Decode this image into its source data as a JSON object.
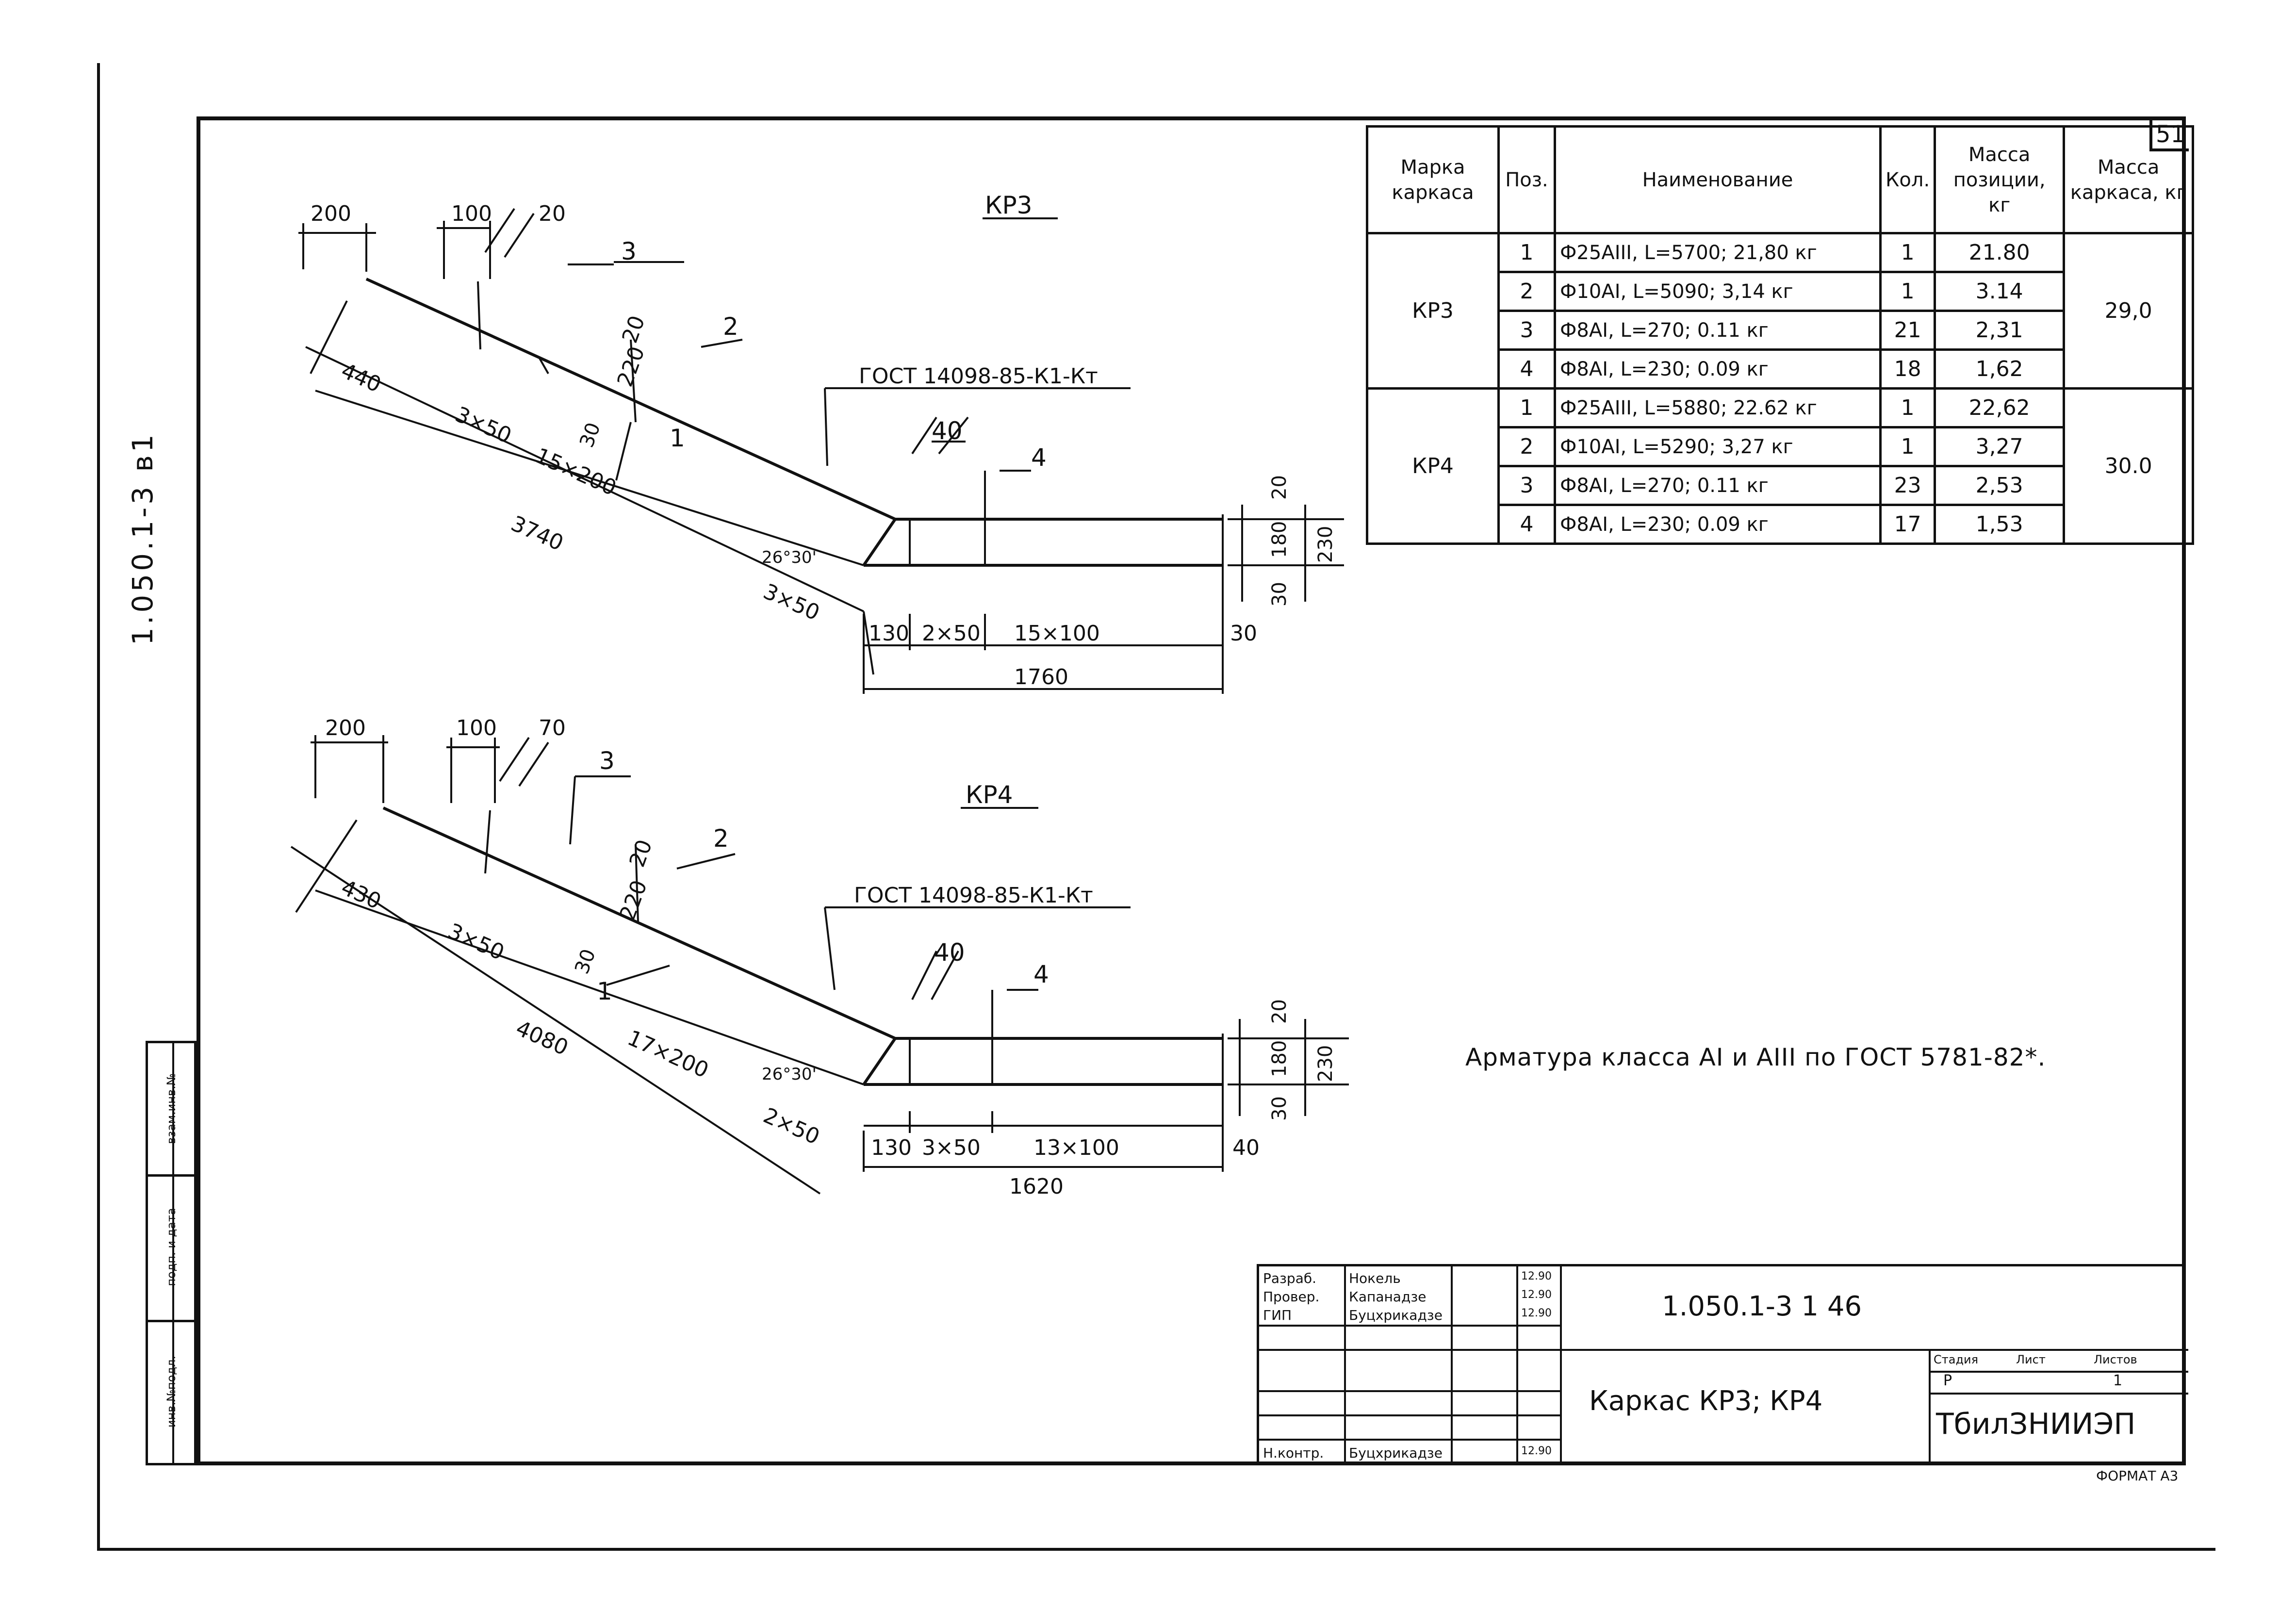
{
  "sheet_number": "51",
  "side_code": "1.050.1-3 в1",
  "stamp_column": [
    "инв.№подл.",
    "подп. и дата",
    "взам.инв.№"
  ],
  "views": [
    {
      "title": "КР3",
      "gost": "ГОСТ 14098-85-К1-Кт",
      "positions": [
        "1",
        "2",
        "3",
        "4"
      ],
      "dims_top": [
        "200",
        "100",
        "20",
        "20",
        "220",
        "30"
      ],
      "dims_incline": [
        "440",
        "3×50",
        "15×200",
        "3740",
        "3×50",
        "26°30'"
      ],
      "dims_right": [
        "40",
        "20",
        "180",
        "230",
        "30"
      ],
      "dims_bottom": [
        "130",
        "2×50",
        "15×100",
        "30",
        "1760"
      ]
    },
    {
      "title": "КР4",
      "gost": "ГОСТ 14098-85-К1-Кт",
      "positions": [
        "1",
        "2",
        "3",
        "4"
      ],
      "dims_top": [
        "200",
        "100",
        "70",
        "20",
        "220",
        "30"
      ],
      "dims_incline": [
        "430",
        "3×50",
        "4080",
        "17×200",
        "2×50",
        "26°30'"
      ],
      "dims_right": [
        "40",
        "20",
        "180",
        "230",
        "30"
      ],
      "dims_bottom": [
        "130",
        "3×50",
        "13×100",
        "40",
        "1620"
      ]
    }
  ],
  "spec_table": {
    "headers": [
      "Марка каркаса",
      "Поз.",
      "Наименование",
      "Кол.",
      "Масса позиции, кг",
      "Масса каркаса, кг"
    ],
    "groups": [
      {
        "mark": "КР3",
        "total": "29,0",
        "rows": [
          {
            "pos": "1",
            "name": "Ф25АIII, L=5700; 21,80 кг",
            "qty": "1",
            "mass": "21.80"
          },
          {
            "pos": "2",
            "name": "Ф10АI, L=5090; 3,14 кг",
            "qty": "1",
            "mass": "3.14"
          },
          {
            "pos": "3",
            "name": "Ф8АI, L=270; 0.11 кг",
            "qty": "21",
            "mass": "2,31"
          },
          {
            "pos": "4",
            "name": "Ф8АI, L=230; 0.09 кг",
            "qty": "18",
            "mass": "1,62"
          }
        ]
      },
      {
        "mark": "КР4",
        "total": "30.0",
        "rows": [
          {
            "pos": "1",
            "name": "Ф25АIII, L=5880; 22.62 кг",
            "qty": "1",
            "mass": "22,62"
          },
          {
            "pos": "2",
            "name": "Ф10АI, L=5290; 3,27 кг",
            "qty": "1",
            "mass": "3,27"
          },
          {
            "pos": "3",
            "name": "Ф8АI, L=270; 0.11 кг",
            "qty": "23",
            "mass": "2,53"
          },
          {
            "pos": "4",
            "name": "Ф8АI, L=230; 0.09 кг",
            "qty": "17",
            "mass": "1,53"
          }
        ]
      }
    ]
  },
  "note": "Арматура класса АI и АIII по ГОСТ 5781-82*.",
  "title_block": {
    "roles": [
      "Разраб.",
      "Провер.",
      "ГИП",
      "",
      "",
      "",
      "Н.контр."
    ],
    "names": [
      "Нокель",
      "Капанадзе",
      "Буцхрикадзе",
      "",
      "",
      "",
      "Буцхрикадзе"
    ],
    "dates": [
      "12.90",
      "12.90",
      "12.90",
      "",
      "",
      "",
      "12.90"
    ],
    "doc_code": "1.050.1-3  1  46",
    "doc_title": "Каркас КР3; КР4",
    "stage_label": "Стадия",
    "sheet_label": "Лист",
    "sheets_label": "Листов",
    "stage": "Р",
    "sheets": "1",
    "org": "ТбилЗНИИЭП",
    "format": "ФОРМАТ А3"
  }
}
